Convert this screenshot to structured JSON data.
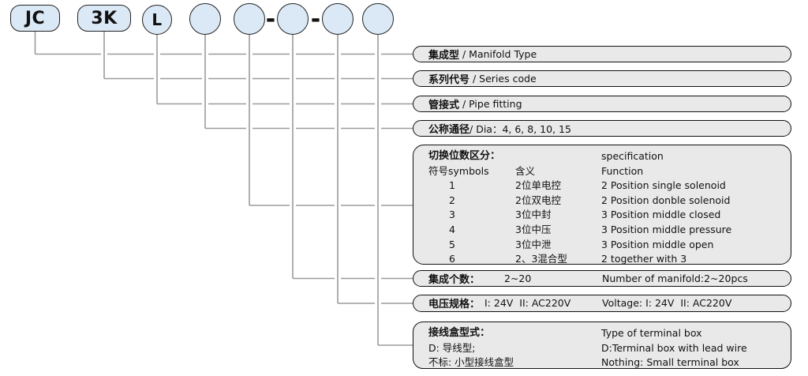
{
  "model_code": {
    "parts": [
      {
        "text": "JC"
      },
      {
        "text": "3K"
      },
      {
        "text": "L"
      },
      {
        "text": ""
      },
      {
        "text": ""
      },
      {
        "text": ""
      },
      {
        "text": ""
      },
      {
        "text": ""
      }
    ],
    "separator": "-"
  },
  "callouts": [
    {
      "zh": "集成型",
      "en": " / Manifold Type"
    },
    {
      "zh": "系列代号",
      "en": " / Series code"
    },
    {
      "zh": "管接式",
      "en": " / Pipe fitting"
    },
    {
      "zh": "公称通径",
      "en": "/ Dia：4, 6, 8, 10, 15"
    },
    {
      "title_zh": "切换位数区分：",
      "title_en": "specification",
      "col_symbol": "符号symbols",
      "col_meaning": "含义",
      "col_function": "Function",
      "rows": [
        {
          "symbol": "1",
          "meaning": "2位单电控",
          "function": "2 Position single solenoid"
        },
        {
          "symbol": "2",
          "meaning": "2位双电控",
          "function": "2 Position donble solenoid"
        },
        {
          "symbol": "3",
          "meaning": "3位中封",
          "function": "3 Position middle closed"
        },
        {
          "symbol": "4",
          "meaning": "3位中压",
          "function": "3 Position middle pressure"
        },
        {
          "symbol": "5",
          "meaning": "3位中泄",
          "function": "3 Position middle open"
        },
        {
          "symbol": "6",
          "meaning": "2、3混合型",
          "function": "2 together with 3"
        }
      ]
    },
    {
      "zh": "集成个数：",
      "value": "2~20",
      "en": "Number of manifold:2~20pcs"
    },
    {
      "zh": "电压规格：",
      "value": "I: 24V  II: AC220V",
      "en": "Voltage: I: 24V  II: AC220V"
    },
    {
      "lines": [
        {
          "zh": "接线盒型式：",
          "en": "Type of terminal box"
        },
        {
          "zh": "D: 导线型;",
          "en": "D:Terminal box with lead wire"
        },
        {
          "zh": "不标: 小型接线盒型",
          "en": "Nothing: Small terminal box"
        }
      ]
    }
  ],
  "colors": {
    "part_fill": "#dbe9f6",
    "box_fill": "#e9e9e9",
    "connector": "#9b9b9b"
  }
}
